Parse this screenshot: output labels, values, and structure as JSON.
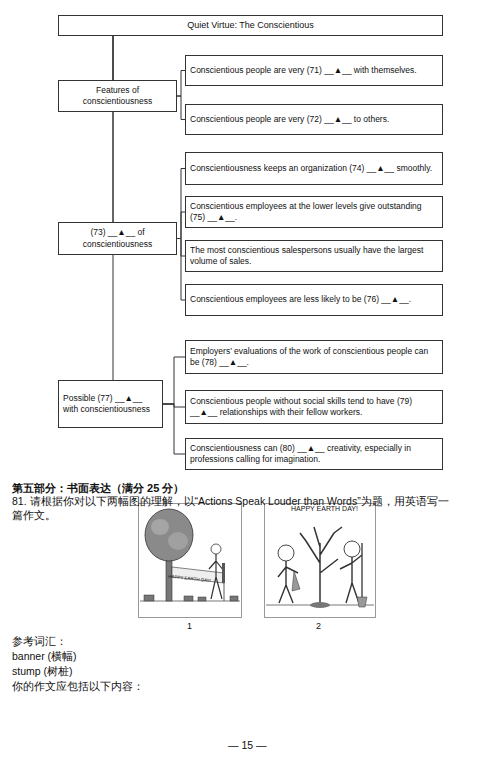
{
  "diagram": {
    "title": "Quiet Virtue: The Conscientious",
    "nodes": [
      {
        "text": [
          "Quiet Virtue: The Conscientious"
        ]
      },
      {
        "text": [
          "Features of conscientiousness"
        ]
      },
      {
        "text": [
          "Conscientious people are very (71) __▲__ with themselves."
        ]
      },
      {
        "text": [
          "Conscientious people are very (72) __▲__ to others."
        ]
      },
      {
        "text": [
          "(73) __▲__ of conscientiousness"
        ]
      },
      {
        "text": [
          "Conscientiousness keeps an organization (74) __▲__ smoothly."
        ]
      },
      {
        "text": [
          "Conscientious employees at the lower levels give outstanding (75) __▲__."
        ]
      },
      {
        "text": [
          "The most conscientious salespersons usually have the largest volume of sales."
        ]
      },
      {
        "text": [
          "Conscientious employees are less likely to be (76) __▲__."
        ]
      },
      {
        "text": [
          "Possible (77) __▲__ with conscientiousness"
        ]
      },
      {
        "text": [
          "Employers’ evaluations of the work of conscientious people can be (78) __▲__."
        ]
      },
      {
        "text": [
          "Conscientious people without social skills tend to have (79) __▲__ relationships with their fellow workers."
        ]
      },
      {
        "text": [
          "Conscientiousness can (80) __▲__ creativity, especially in professions calling for imagination."
        ]
      }
    ],
    "edges": [
      {
        "from": 0,
        "to": 1,
        "arrow": "none"
      },
      {
        "from": 0,
        "to": 4,
        "arrow": "none"
      },
      {
        "from": 0,
        "to": 9,
        "arrow": "none"
      },
      {
        "from": 1,
        "to": 2,
        "arrow": "none"
      },
      {
        "from": 1,
        "to": 3,
        "arrow": "none"
      },
      {
        "from": 4,
        "to": 5,
        "arrow": "none"
      },
      {
        "from": 4,
        "to": 6,
        "arrow": "none"
      },
      {
        "from": 4,
        "to": 7,
        "arrow": "none"
      },
      {
        "from": 4,
        "to": 8,
        "arrow": "none"
      },
      {
        "from": 9,
        "to": 10,
        "arrow": "none"
      },
      {
        "from": 9,
        "to": 11,
        "arrow": "none"
      },
      {
        "from": 9,
        "to": 12,
        "arrow": "none"
      }
    ],
    "labels": [
      "第五部分：书面表达（满分 25 分）",
      "81. 请根据你对以下两幅图的理解，以“Actions Speak Louder than Words”为题，用英语写一",
      "篇作文。",
      "HAPPY EARTH DAY!",
      "HAPPY EARTH DAY!",
      "1",
      "2",
      "参考词汇：",
      "banner (横幅)",
      "stump (树桩)",
      "你的作文应包括以下内容：",
      "— 15 —"
    ]
  }
}
